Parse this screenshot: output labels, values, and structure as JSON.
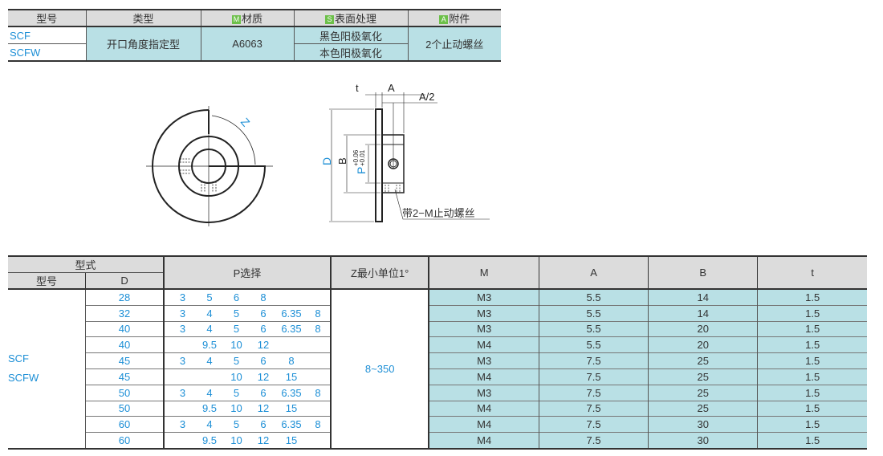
{
  "spec_table": {
    "headers": [
      "型号",
      "类型",
      "材质",
      "表面处理",
      "附件"
    ],
    "badges": {
      "material": "M",
      "surface": "S",
      "accessory": "A"
    },
    "models": [
      "SCF",
      "SCFW"
    ],
    "type": "开口角度指定型",
    "material": "A6063",
    "surface": [
      "黑色阳极氧化",
      "本色阳极氧化"
    ],
    "accessory": "2个止动螺丝"
  },
  "drawing": {
    "angle_label": "Z",
    "dims": {
      "t": "t",
      "A": "A",
      "A_half": "A/2",
      "D": "D",
      "B": "B",
      "P": "P",
      "P_tol_upper": "+0.06",
      "P_tol_lower": "+0.01"
    },
    "screw_note": "带2−M止动螺丝"
  },
  "dim_table": {
    "group_header": "型式",
    "headers": {
      "model": "型号",
      "D": "D",
      "P": "P选择",
      "Z": "Z最小单位1°",
      "M": "M",
      "A": "A",
      "B": "B",
      "t": "t"
    },
    "models": [
      "SCF",
      "SCFW"
    ],
    "z_range": "8~350",
    "rows": [
      {
        "D": "28",
        "P": [
          "3",
          "5",
          "6",
          "8",
          "",
          ""
        ],
        "M": "M3",
        "A": "5.5",
        "B": "14",
        "t": "1.5"
      },
      {
        "D": "32",
        "P": [
          "3",
          "4",
          "5",
          "6",
          "6.35",
          "8"
        ],
        "M": "M3",
        "A": "5.5",
        "B": "14",
        "t": "1.5"
      },
      {
        "D": "40",
        "P": [
          "3",
          "4",
          "5",
          "6",
          "6.35",
          "8"
        ],
        "M": "M3",
        "A": "5.5",
        "B": "20",
        "t": "1.5"
      },
      {
        "D": "40",
        "P": [
          "",
          "9.5",
          "10",
          "12",
          "",
          ""
        ],
        "M": "M4",
        "A": "5.5",
        "B": "20",
        "t": "1.5"
      },
      {
        "D": "45",
        "P": [
          "3",
          "4",
          "5",
          "6",
          "8",
          ""
        ],
        "M": "M3",
        "A": "7.5",
        "B": "25",
        "t": "1.5"
      },
      {
        "D": "45",
        "P": [
          "",
          "",
          "10",
          "12",
          "15",
          ""
        ],
        "M": "M4",
        "A": "7.5",
        "B": "25",
        "t": "1.5"
      },
      {
        "D": "50",
        "P": [
          "3",
          "4",
          "5",
          "6",
          "6.35",
          "8"
        ],
        "M": "M3",
        "A": "7.5",
        "B": "25",
        "t": "1.5"
      },
      {
        "D": "50",
        "P": [
          "",
          "9.5",
          "10",
          "12",
          "15",
          ""
        ],
        "M": "M4",
        "A": "7.5",
        "B": "25",
        "t": "1.5"
      },
      {
        "D": "60",
        "P": [
          "3",
          "4",
          "5",
          "6",
          "6.35",
          "8"
        ],
        "M": "M4",
        "A": "7.5",
        "B": "30",
        "t": "1.5"
      },
      {
        "D": "60",
        "P": [
          "",
          "9.5",
          "10",
          "12",
          "15",
          ""
        ],
        "M": "M4",
        "A": "7.5",
        "B": "30",
        "t": "1.5"
      }
    ]
  },
  "colors": {
    "blue": "#1d8fd6",
    "cyan": "#b9e0e5",
    "header": "#dcdcdc",
    "badge": "#6cc04a"
  }
}
